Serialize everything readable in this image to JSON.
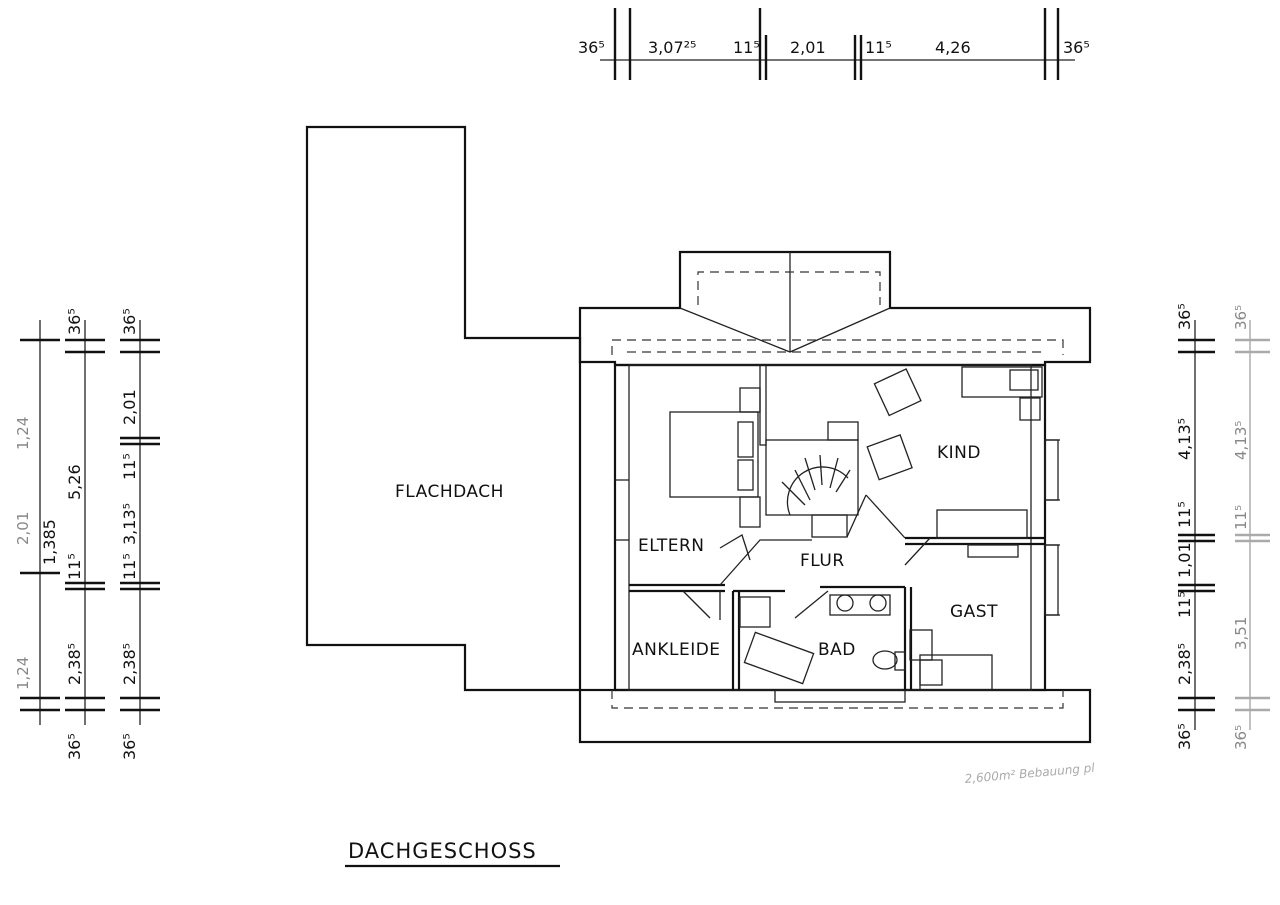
{
  "rooms": {
    "flachdach": "FLACHDACH",
    "eltern": "ELTERN",
    "kind": "KIND",
    "flur": "FLUR",
    "gast": "GAST",
    "ankleide": "ANKLEIDE",
    "bad": "BAD"
  },
  "title": "DACHGESCHOSS",
  "note": "2,600m² Bebauung pl",
  "top_dims": {
    "d1": "36⁵",
    "d2": "3,07²⁵",
    "d3": "11⁵",
    "d4": "2,01",
    "d5": "11⁵",
    "d6": "4,26",
    "d7": "36⁵"
  },
  "left_outer": {
    "top": "36⁵",
    "a": "1,24",
    "b": "2,01",
    "c": "1,385",
    "d": "11⁵",
    "e": "1,24",
    "bottom": "36⁵"
  },
  "left_mid": {
    "top": "36⁵",
    "a": "5,26",
    "b": "11⁵",
    "c": "2,38⁵",
    "bottom": "36⁵"
  },
  "left_inner": {
    "top": "36⁵",
    "a": "2,01",
    "b": "11⁵",
    "c": "3,13⁵",
    "d": "11⁵",
    "e": "2,38⁵",
    "bottom": "36⁵"
  },
  "right_dims": {
    "top": "36⁵",
    "a": "4,13⁵",
    "b": "11⁵",
    "c": "1,01",
    "d": "11⁵",
    "e": "2,38⁵",
    "bottom": "36⁵"
  },
  "right_faint": {
    "top": "36⁵",
    "a": "4,13⁵",
    "b": "11⁵",
    "c": "3,51",
    "bottom": "36⁵"
  }
}
